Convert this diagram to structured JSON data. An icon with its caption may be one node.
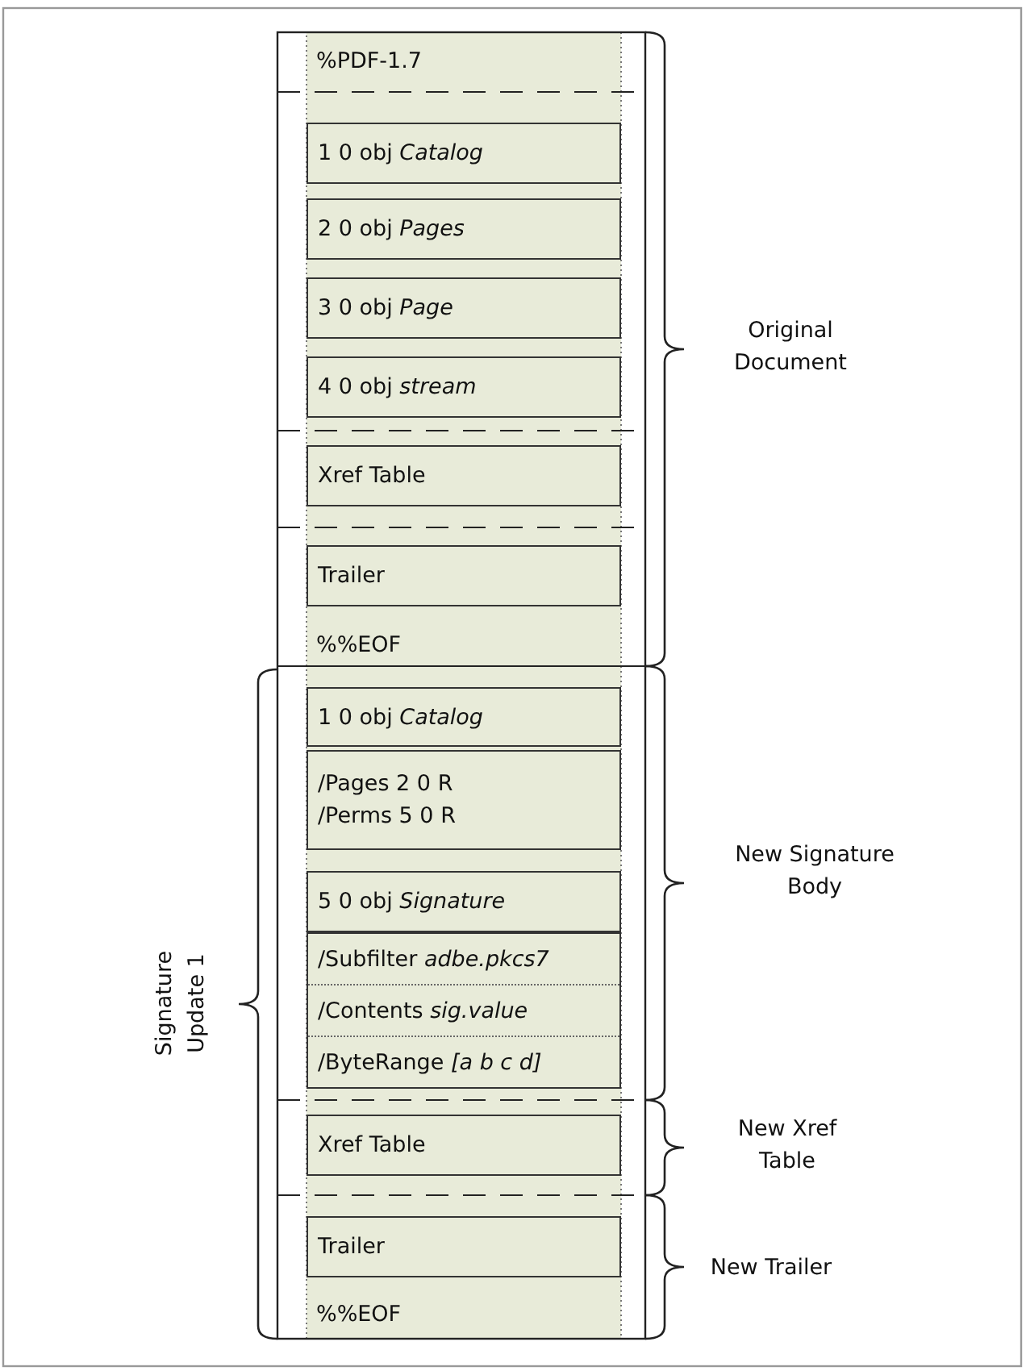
{
  "diagram": {
    "nodes": [
      {
        "text": [
          "1 0 obj *Catalog*"
        ]
      },
      {
        "text": [
          "2 0 obj *Pages*"
        ]
      },
      {
        "text": [
          "3 0 obj *Page*"
        ]
      },
      {
        "text": [
          "4 0 obj *stream*"
        ]
      },
      {
        "text": [
          "Xref Table"
        ]
      },
      {
        "text": [
          "Trailer"
        ]
      },
      {
        "text": [
          "1 0 obj *Catalog*"
        ]
      },
      {
        "text": [
          "/Pages 2 0 R /Perms 5 0 R"
        ]
      },
      {
        "text": [
          "5 0 obj *Signature*"
        ]
      },
      {
        "text": [
          "/Subfilter *adbe.pkcs7*",
          "/Contents *sig.value*",
          "/ByteRange *[a b c d]*"
        ]
      },
      {
        "text": [
          "Xref Table"
        ]
      },
      {
        "text": [
          "Trailer"
        ]
      }
    ],
    "labels": [
      "%PDF-1.7",
      "Original Document",
      "%%EOF",
      "New Signature Body",
      "Signature Update 1",
      "New Xref Table",
      "New Trailer",
      "%%EOF"
    ]
  }
}
